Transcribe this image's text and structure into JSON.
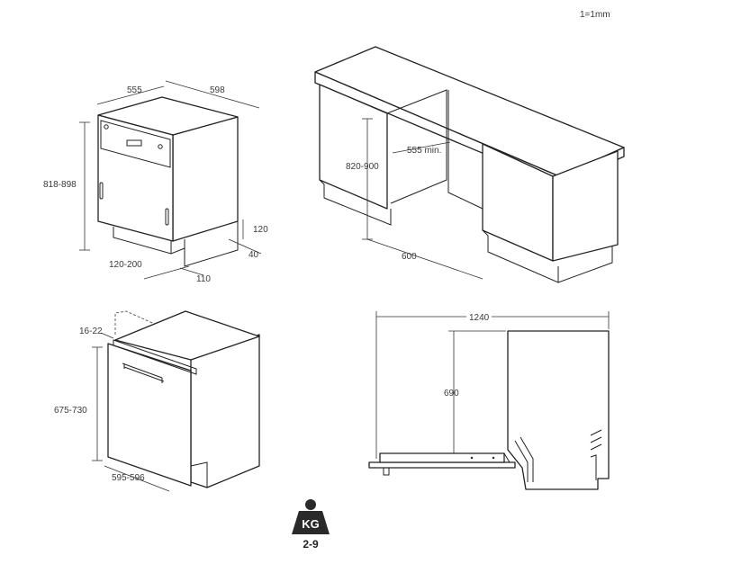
{
  "scale_note": "1=1mm",
  "view_top_left": {
    "width_label": "555",
    "depth_label": "598",
    "height_label": "818-898",
    "toe_label": "120-200",
    "plinth_height_label": "120",
    "plinth_depth_label": "40",
    "plinth_offset_label": "110"
  },
  "view_top_right": {
    "niche_height_label": "820-900",
    "niche_width_label": "555 min.",
    "niche_depth_label": "600"
  },
  "view_bottom_left": {
    "door_thickness_label": "16-22",
    "door_height_label": "675-730",
    "door_width_label": "595-596"
  },
  "view_bottom_right": {
    "open_length_label": "1240",
    "door_height_label": "690"
  },
  "weight": {
    "unit_label": "KG",
    "range_label": "2-9",
    "icon": "weight-icon"
  }
}
